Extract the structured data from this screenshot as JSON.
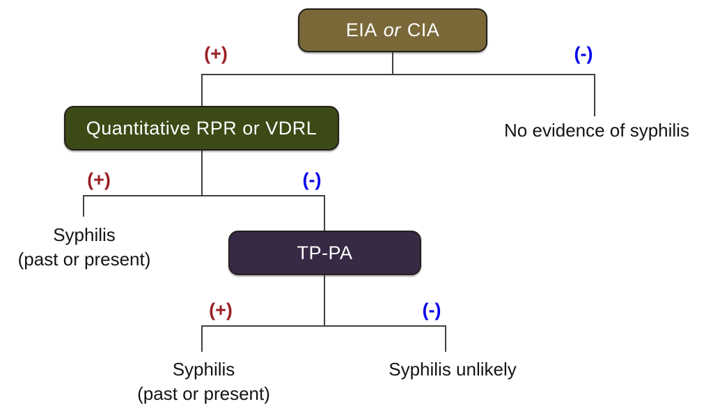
{
  "flowchart": {
    "nodes": {
      "eia_cia": {
        "pre": "EIA",
        "conjunction": "or",
        "post": "CIA",
        "color": "#7a6839"
      },
      "rpr_vdrl": {
        "label": "Quantitative RPR or VDRL",
        "color": "#3c4a16"
      },
      "tppa": {
        "label": "TP-PA",
        "color": "#372a45"
      }
    },
    "branch_labels": {
      "positive": "(+)",
      "negative": "(-)"
    },
    "branch_colors": {
      "positive": "#9a2025",
      "negative": "#0404f0"
    },
    "outcomes": {
      "no_evidence": "No evidence of syphilis",
      "syphilis_past_present_line1": "Syphilis",
      "syphilis_past_present_line2": "(past or present)",
      "syphilis_unlikely": "Syphilis unlikely"
    },
    "line_color": "#3f3f3f",
    "text_color": "#141414",
    "node_text_color": "#ffffff"
  }
}
